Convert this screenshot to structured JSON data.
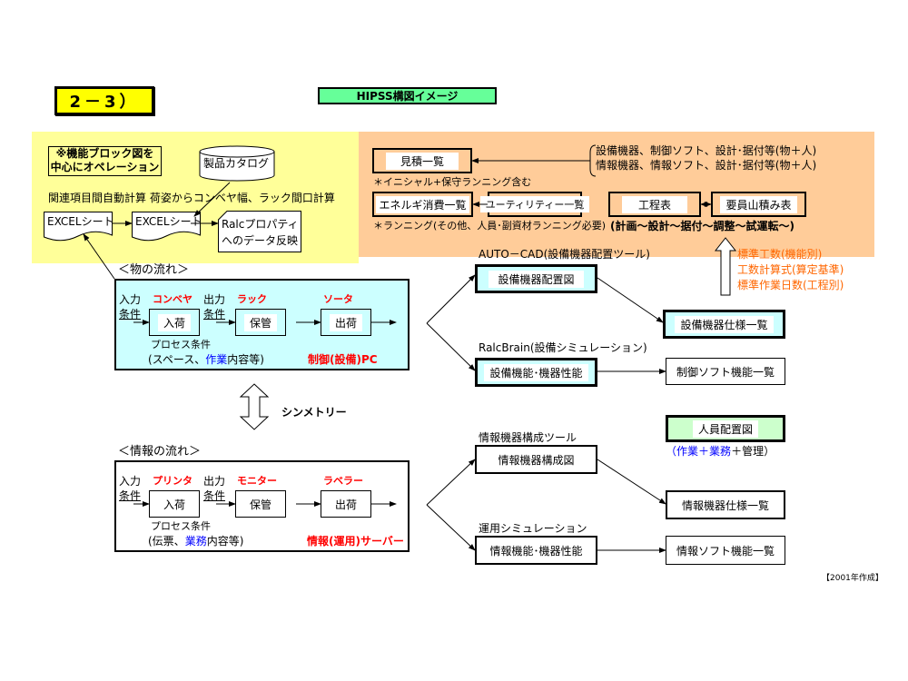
{
  "header": {
    "section_number": "2－3）",
    "title": "HIPSS構図イメージ"
  },
  "colors": {
    "yellow_panel": "#ffff99",
    "peach_panel": "#ffcc99",
    "cyan_box": "#ccffff",
    "green_title": "#66ff99",
    "light_green_box": "#ccffcc",
    "section_yellow": "#ffff00",
    "red_text": "#ff0000",
    "blue_text": "#0000ff",
    "orange_text": "#ff6600"
  },
  "yellow_panel": {
    "note_box": [
      "※機能ブロック図を",
      "中心にオペレーション"
    ],
    "database": "製品カタログ",
    "calc_caption": "関連項目間自動計算 荷姿からコンベヤ幅、ラック間口計算",
    "doc1": "EXCELシート",
    "doc2": "EXCELシート",
    "doc3": [
      "Ralcプロパティ",
      "へのデータ反映"
    ]
  },
  "peach_panel": {
    "estimate_box": "見積一覧",
    "estimate_sources": [
      "設備機器、制御ソフト、設計･据付等(物＋人)",
      "情報機器、情報ソフト、設計･据付等(物＋人)"
    ],
    "estimate_note": "＊イニシャル+保守ランニング含む",
    "energy_box": "エネルギ消費一覧",
    "utility_box": "ユーティリティー一覧",
    "running_note": "＊ランニング(その他、人員･副資材ランニング必要)",
    "schedule_box": "工程表",
    "staffing_box": "要員山積み表",
    "schedule_note": "(計画～設計～据付～調整～試運転～)"
  },
  "standards": [
    "標準工数(機能別)",
    "工数計算式(算定基準)",
    "標準作業日数(工程別)"
  ],
  "goods_flow": {
    "title": "＜物の流れ＞",
    "input_label": [
      "入力",
      "条件"
    ],
    "output_label": [
      "出力",
      "条件"
    ],
    "equip": [
      "コンベヤ",
      "ラック",
      "ソータ"
    ],
    "steps": [
      "入荷",
      "保管",
      "出荷"
    ],
    "process_label": "プロセス条件",
    "process_detail_pre": "(スペース、",
    "process_detail_hl": "作業",
    "process_detail_post": "内容等)",
    "controller": "制御(設備)PC"
  },
  "symmetry_label": "シンメトリー",
  "info_flow": {
    "title": "＜情報の流れ＞",
    "input_label": [
      "入力",
      "条件"
    ],
    "output_label": [
      "出力",
      "条件"
    ],
    "equip": [
      "プリンタ",
      "モニター",
      "ラベラー"
    ],
    "steps": [
      "入荷",
      "保管",
      "出荷"
    ],
    "process_label": "プロセス条件",
    "process_detail_pre": "(伝票、",
    "process_detail_hl": "業務",
    "process_detail_post": "内容等)",
    "controller": "情報(運用)サーバー"
  },
  "right_goods": {
    "tool1_label": "AUTO－CAD(設備機器配置ツール)",
    "tool1_box": "設備機器配置図",
    "spec_box": "設備機器仕様一覧",
    "tool2_label": "RalcBrain(設備シミュレーション)",
    "tool2_box": "設備機能･機器性能",
    "soft_box": "制御ソフト機能一覧"
  },
  "right_info": {
    "tool1_label": "情報機器構成ツール",
    "tool1_box": "情報機器構成図",
    "spec_box": "情報機器仕様一覧",
    "tool2_label": "運用シミュレーション",
    "tool2_box": "情報機能･機器性能",
    "soft_box": "情報ソフト機能一覧"
  },
  "staff_layout": {
    "box": "人員配置図",
    "note_open": "（",
    "note_a": "作業",
    "note_plus1": "＋",
    "note_b": "業務",
    "note_rest": "＋管理）"
  },
  "footer_note": "【2001年作成】"
}
